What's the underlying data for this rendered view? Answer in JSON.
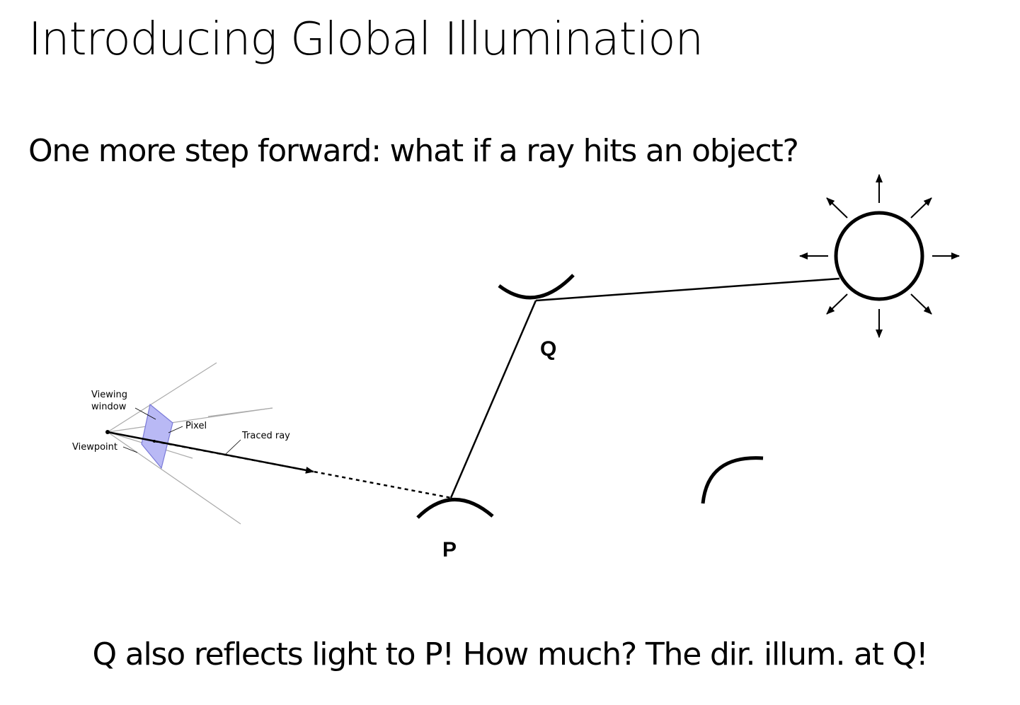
{
  "slide": {
    "title": "Introducing Global Illumination",
    "question": "One more step forward: what if a ray hits an object?",
    "conclusion": "Q also reflects light to P! How much? The dir. illum. at Q!"
  },
  "diagram": {
    "labels": {
      "viewing_window": [
        "Viewing",
        "window"
      ],
      "pixel": "Pixel",
      "traced_ray": "Traced ray",
      "viewpoint": "Viewpoint",
      "point_q": "Q",
      "point_p": "P"
    },
    "colors": {
      "stroke": "#000000",
      "window_fill": "#b9b9f5",
      "window_stroke": "#7a7ad8",
      "guide_lines": "#aaaaaa"
    },
    "icons": [
      "light-source-icon",
      "eye-viewpoint-icon"
    ]
  }
}
